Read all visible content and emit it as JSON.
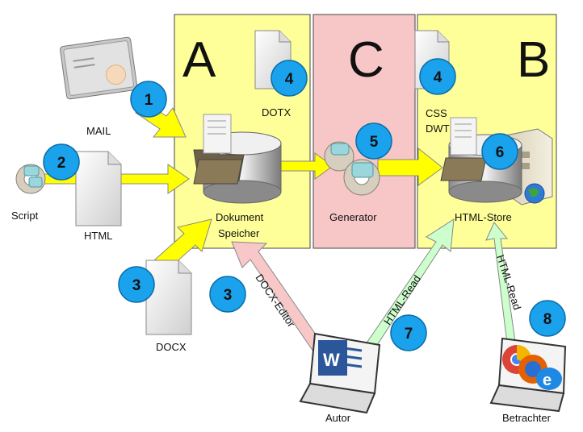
{
  "zones": {
    "a": "A",
    "b": "B",
    "c": "C"
  },
  "labels": {
    "mail": "MAIL",
    "script": "Script",
    "html": "HTML",
    "docx": "DOCX",
    "dotx": "DOTX",
    "css": "CSS",
    "dwt": "DWT",
    "dokument1": "Dokument",
    "dokument2": "Speicher",
    "generator": "Generator",
    "html_store": "HTML-Store",
    "autor": "Autor",
    "betrachter": "Betrachter"
  },
  "edges": {
    "docx_editor": "DOCX-Editor",
    "html_read_autor": "HTML-Read",
    "html_read_betrachter": "HTML-Read"
  },
  "steps": {
    "s1": "1",
    "s2": "2",
    "s3a": "3",
    "s3b": "3",
    "s4a": "4",
    "s4b": "4",
    "s5": "5",
    "s6": "6",
    "s7": "7",
    "s8": "8"
  },
  "colors": {
    "zone_yellow": "#ffff99",
    "zone_pink": "#f7c6c6",
    "arrow_yellow": "#ffff00",
    "arrow_green": "#ccffcc",
    "arrow_pink": "#f8c8c8",
    "badge_blue": "#1aa3ec"
  },
  "icons": {
    "mail": "envelope-icon",
    "script": "gear-icon",
    "document": "document-icon",
    "database": "database-folder-icon",
    "server": "server-globe-icon",
    "laptop_word": "laptop-word-icon",
    "laptop_browsers": "laptop-browsers-icon"
  }
}
